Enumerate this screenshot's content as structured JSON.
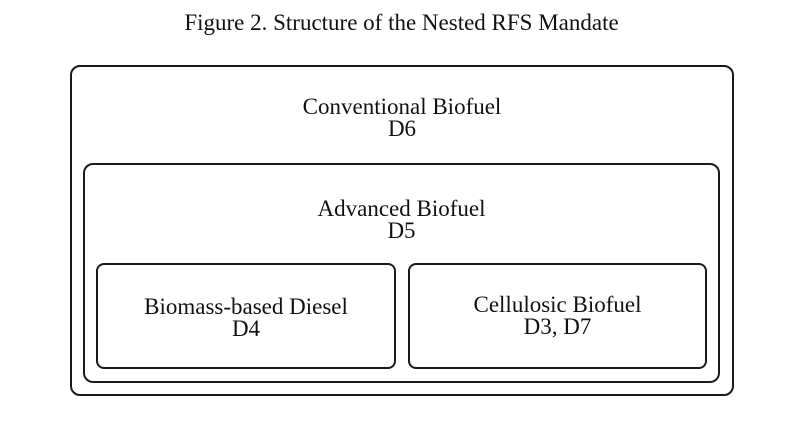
{
  "figure": {
    "title": "Figure 2. Structure of the Nested RFS Mandate"
  },
  "boxes": {
    "conventional": {
      "name": "Conventional Biofuel",
      "code": "D6"
    },
    "advanced": {
      "name": "Advanced Biofuel",
      "code": "D5"
    },
    "biomass_diesel": {
      "name": "Biomass-based Diesel",
      "code": "D4"
    },
    "cellulosic": {
      "name": "Cellulosic Biofuel",
      "code": "D3, D7"
    }
  }
}
